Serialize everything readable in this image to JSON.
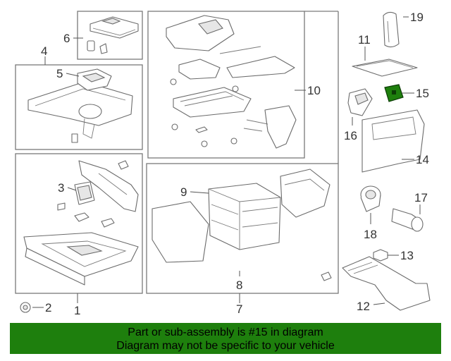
{
  "diagram": {
    "callouts": [
      "1",
      "2",
      "3",
      "4",
      "5",
      "6",
      "7",
      "8",
      "9",
      "10",
      "11",
      "12",
      "13",
      "14",
      "15",
      "16",
      "17",
      "18",
      "19"
    ],
    "highlight_color": "#1e7f0d"
  },
  "banner": {
    "line1": "Part or sub-assembly is #15 in diagram",
    "line2": "Diagram may not be specific to your vehicle"
  }
}
